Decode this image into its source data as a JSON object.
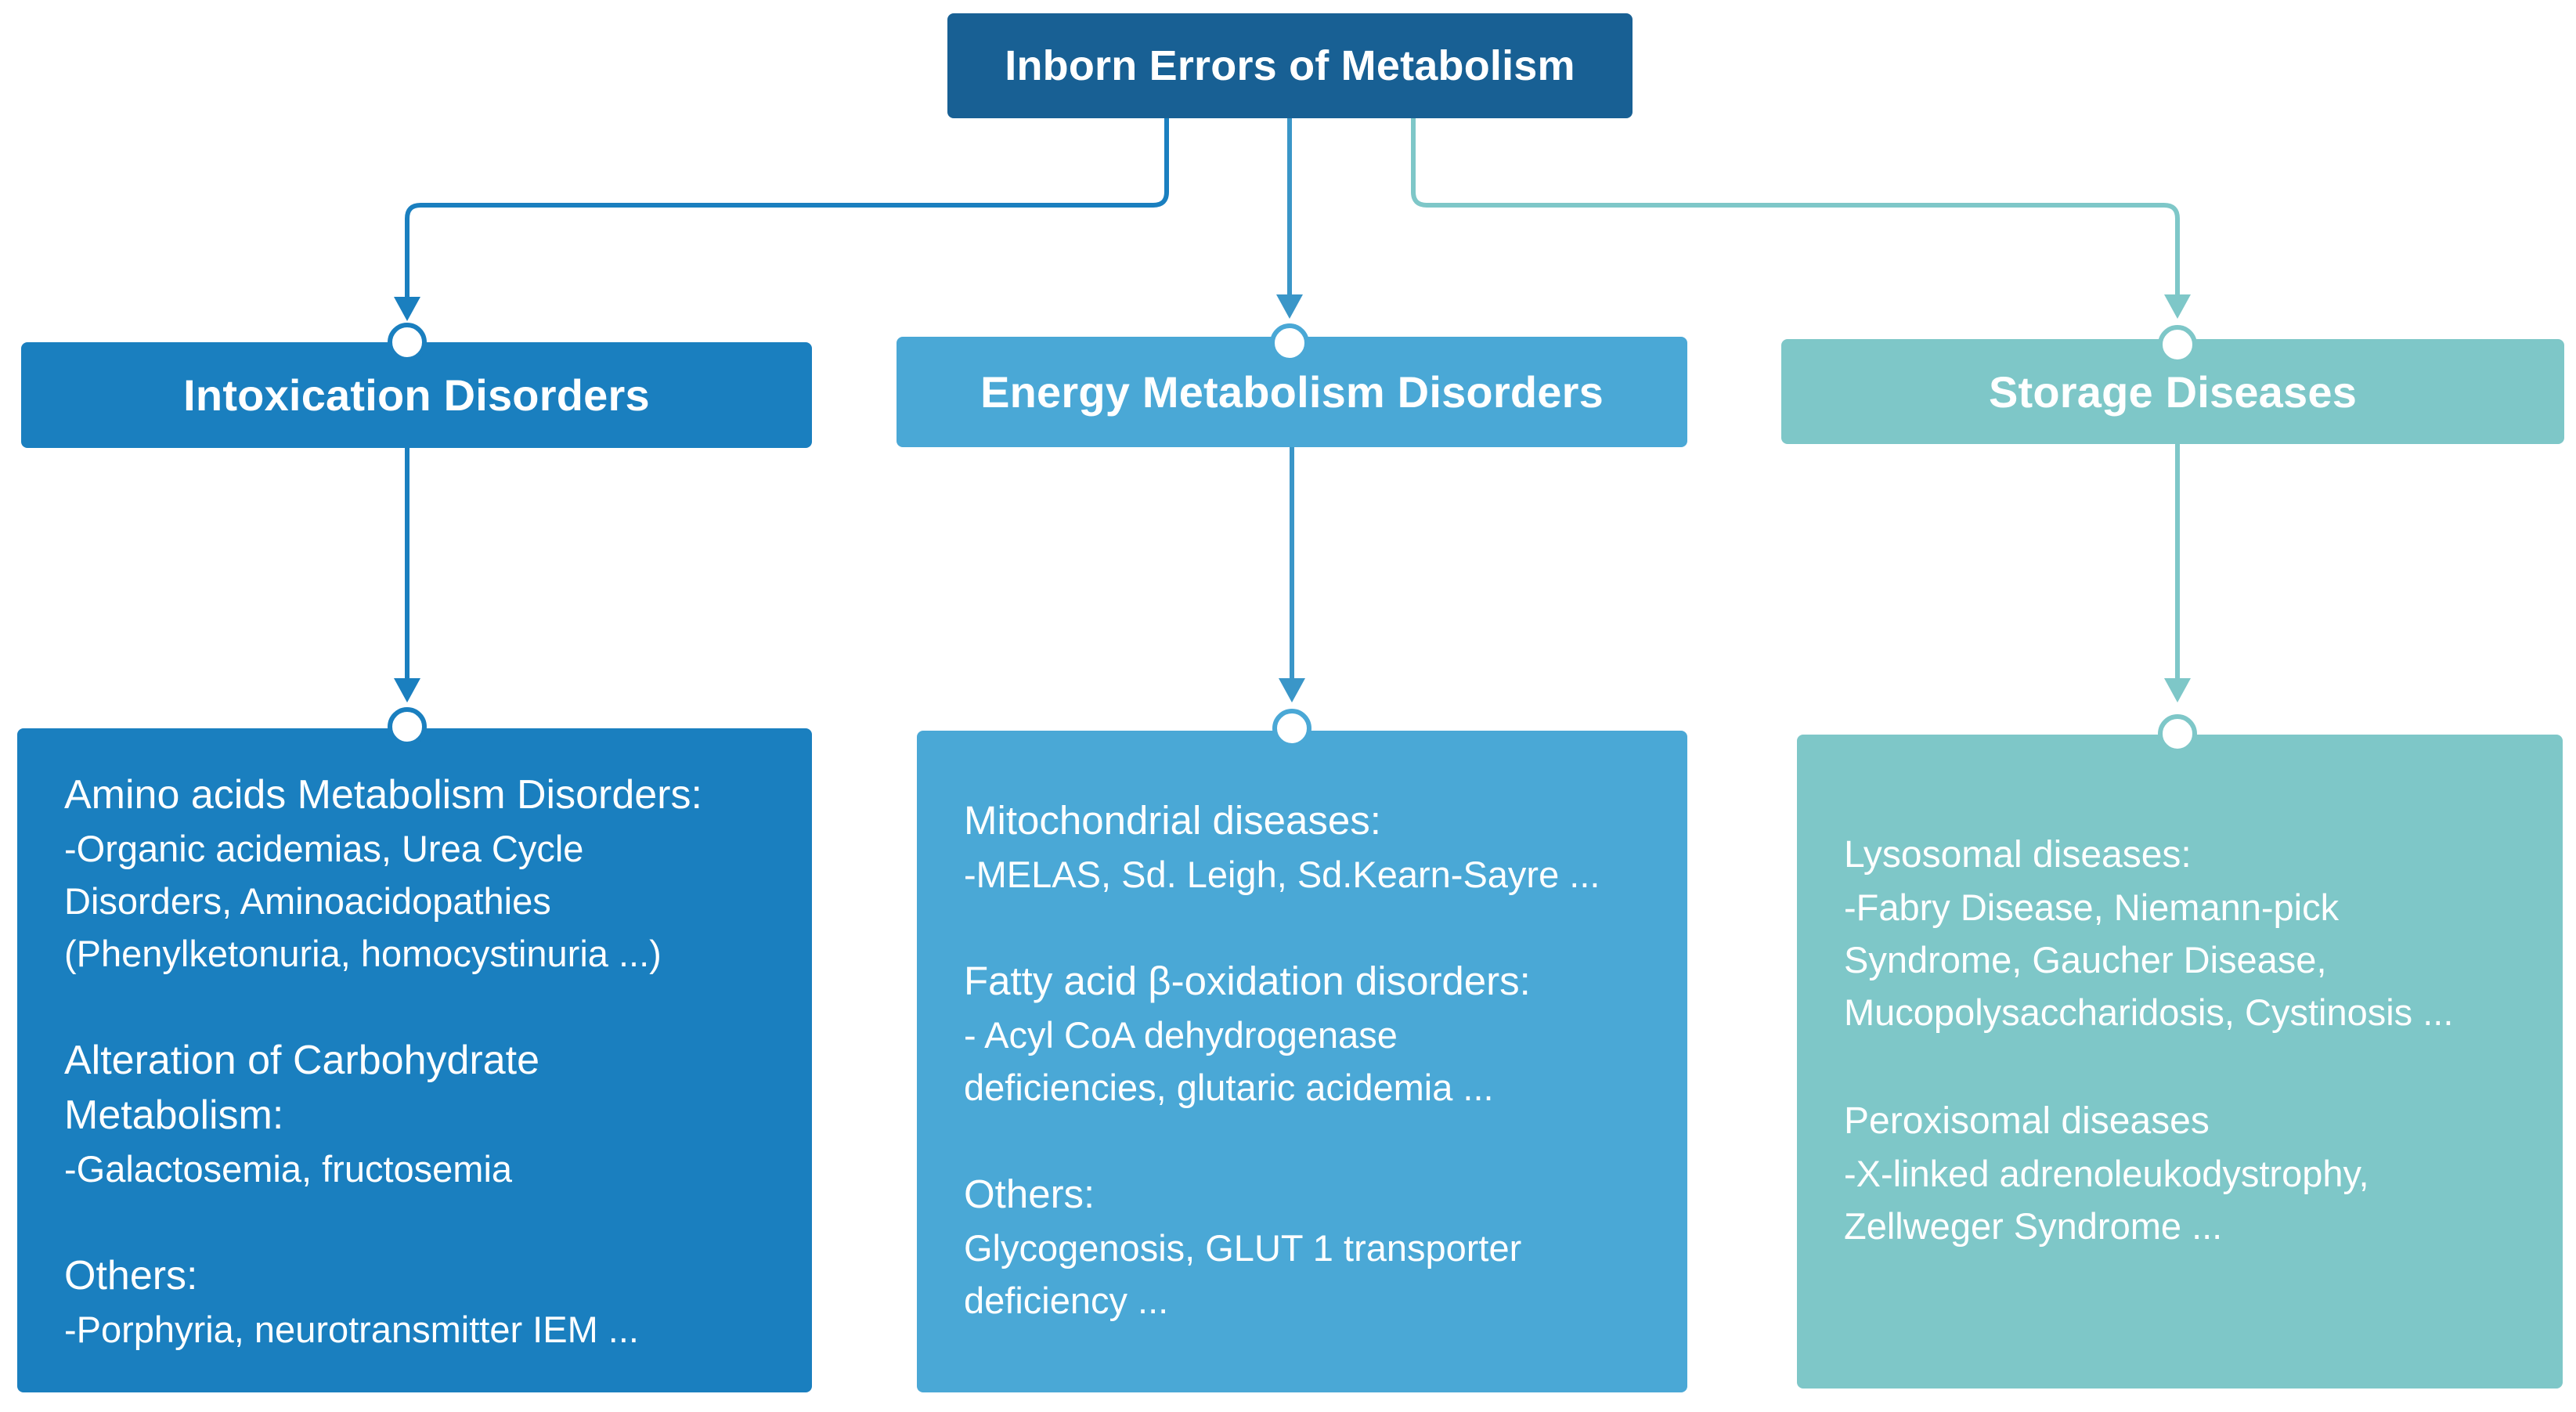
{
  "colors": {
    "root": "#186094",
    "intoxication": "#1a7fbf",
    "energy": "#4aa8d6",
    "storage": "#7ec7c8"
  },
  "root": {
    "title": "Inborn Errors of Metabolism"
  },
  "categories": [
    {
      "title": "Intoxication Disorders",
      "sections": [
        {
          "heading": "Amino acids Metabolism Disorders:",
          "body": "-Organic acidemias, Urea Cycle\nDisorders, Aminoacidopathies\n(Phenylketonuria, homocystinuria ...)"
        },
        {
          "heading": "Alteration of Carbohydrate\nMetabolism:",
          "body": "-Galactosemia, fructosemia"
        },
        {
          "heading": "Others:",
          "body": "-Porphyria, neurotransmitter IEM ..."
        }
      ]
    },
    {
      "title": "Energy Metabolism Disorders",
      "sections": [
        {
          "heading": "Mitochondrial diseases:",
          "body": "-MELAS, Sd. Leigh, Sd.Kearn-Sayre ..."
        },
        {
          "heading": "Fatty acid β-oxidation disorders:",
          "body": "- Acyl CoA dehydrogenase\ndeficiencies, glutaric acidemia ..."
        },
        {
          "heading": "Others:",
          "body": "Glycogenosis, GLUT 1 transporter\ndeficiency ..."
        }
      ]
    },
    {
      "title": "Storage Diseases",
      "sections": [
        {
          "heading": "Lysosomal diseases:",
          "body": "-Fabry Disease, Niemann-pick\nSyndrome, Gaucher Disease,\nMucopolysaccharidosis, Cystinosis ..."
        },
        {
          "heading": "Peroxisomal diseases",
          "body": "-X-linked adrenoleukodystrophy,\nZellweger Syndrome ..."
        }
      ]
    }
  ]
}
